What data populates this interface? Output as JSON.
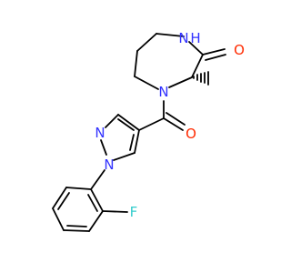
{
  "colors": {
    "background": "#ffffff",
    "bond": "#000000",
    "nitrogen": "#3333ff",
    "oxygen": "#ff2a00",
    "fluorine": "#33cccc"
  },
  "atoms": {
    "nh": "N",
    "h": "H",
    "o_lactam": "O",
    "n_ring": "N",
    "o_amide": "O",
    "n_pyrazole_2": "N",
    "n_pyrazole_1": "N",
    "f": "F"
  }
}
